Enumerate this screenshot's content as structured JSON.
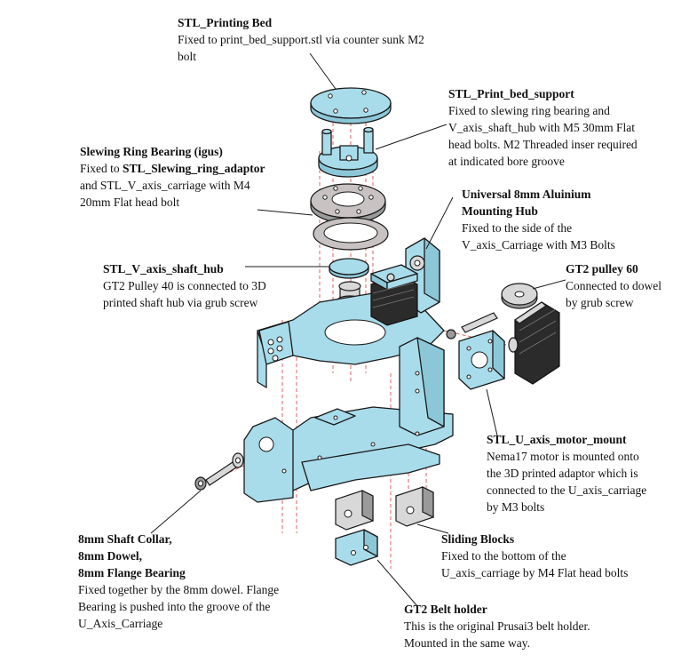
{
  "labels": {
    "printing_bed": {
      "title": "STL_Printing Bed",
      "desc": "Fixed to print_bed_support.stl via counter sunk M2\nbolt"
    },
    "print_bed_support": {
      "title": "STL_Print_bed_support",
      "desc": "Fixed to slewing ring bearing and\nV_axis_shaft_hub with M5 30mm Flat\nhead bolts. M2 Threaded inser required\nat indicated bore groove"
    },
    "slewing_ring": {
      "title": "Slewing Ring Bearing (igus)",
      "desc_prefix": "Fixed to ",
      "desc_bold": "STL_Slewing_ring_adaptor",
      "desc_rest": "\nand STL_V_axis_carriage with M4\n20mm Flat head bolt"
    },
    "mounting_hub": {
      "title": "Universal 8mm Aluinium\nMounting Hub",
      "desc": "Fixed to the side of the\nV_axis_Carriage with M3 Bolts"
    },
    "v_axis_shaft_hub": {
      "title": "STL_V_axis_shaft_hub",
      "desc": "GT2 Pulley 40 is connected to 3D\nprinted shaft hub via grub screw"
    },
    "gt2_pulley_60": {
      "title": "GT2 pulley 60",
      "desc": "Connected to dowel\nby grub screw"
    },
    "u_axis_motor_mount": {
      "title": "STL_U_axis_motor_mount",
      "desc": "Nema17 motor is mounted onto\nthe 3D printed adaptor which is\nconnected to the U_axis_carriage\nby M3 bolts"
    },
    "shaft_collar": {
      "title": "8mm Shaft Collar,\n8mm Dowel,\n8mm Flange Bearing",
      "desc": "Fixed together by the 8mm dowel. Flange\nBearing is pushed into the groove of the\nU_Axis_Carriage"
    },
    "sliding_blocks": {
      "title": "Sliding Blocks",
      "desc": "Fixed to the bottom of the\nU_axis_carriage by M4 Flat head bolts"
    },
    "belt_holder": {
      "title": "GT2 Belt holder",
      "desc": "This is the original Prusai3 belt holder.\nMounted in the same way."
    }
  },
  "colors": {
    "printed_part": "#a8dcea",
    "guide_line": "#e05050",
    "motor": "#2b2b2b",
    "metal": "#d8d8d8"
  }
}
